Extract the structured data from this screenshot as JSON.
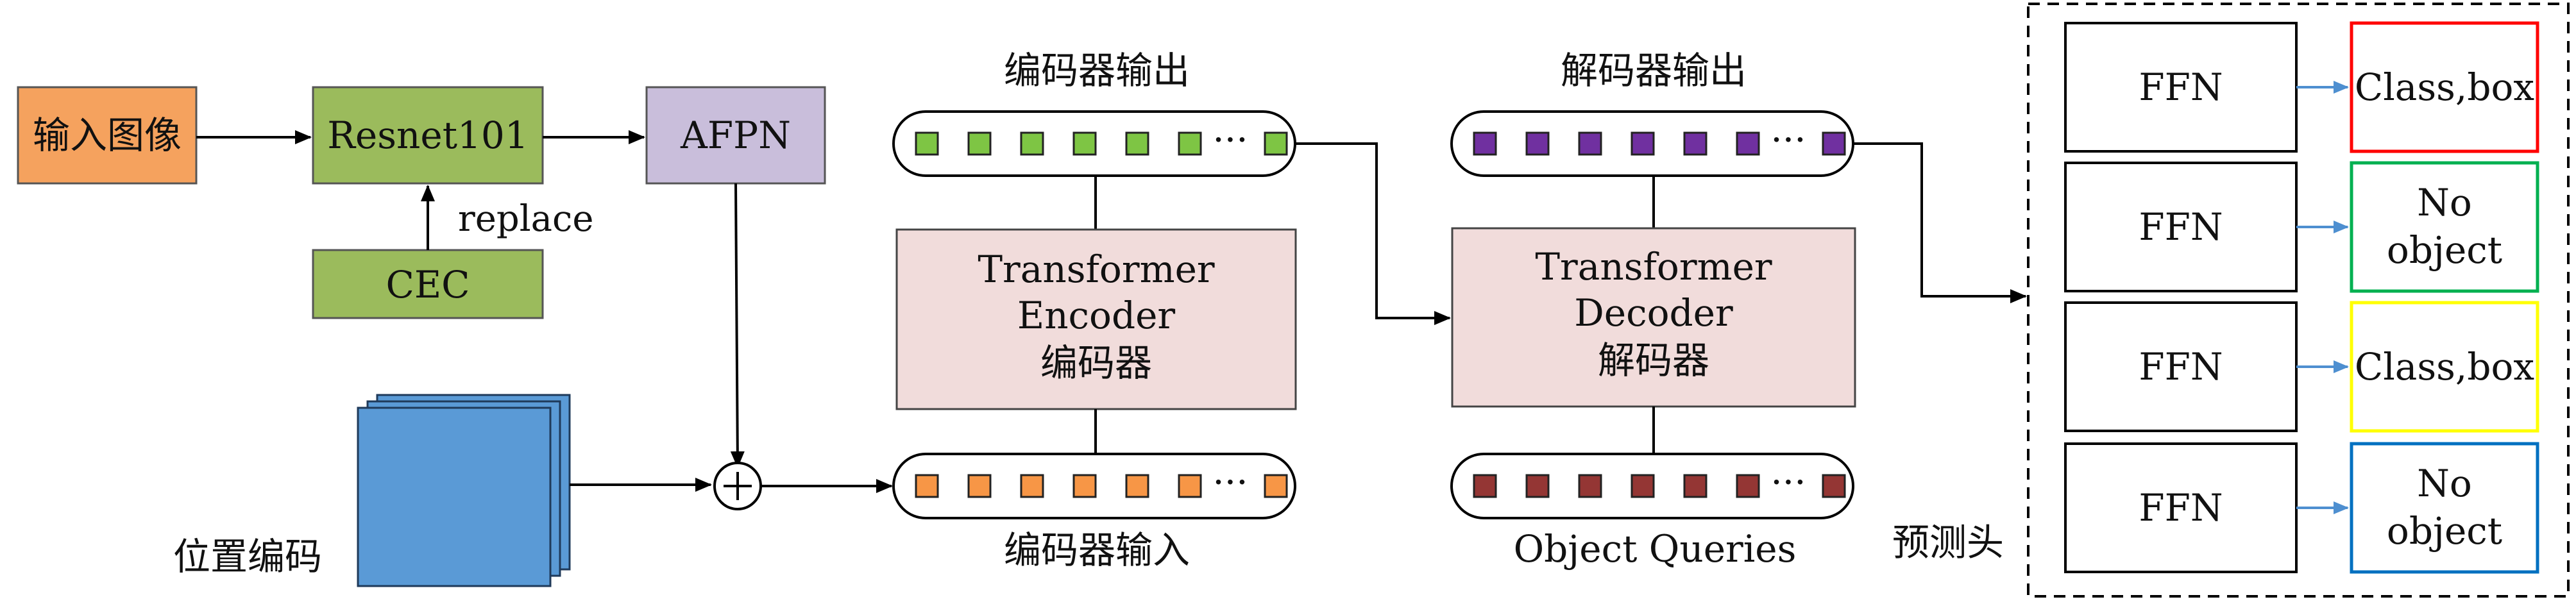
{
  "input_image": "输入图像",
  "backbone": "Resnet101",
  "cec": "CEC",
  "replace_label": "replace",
  "afpn": "AFPN",
  "position_encoding": "位置编码",
  "encoder": {
    "line1": "Transformer",
    "line2": "Encoder",
    "line3": "编码器",
    "output_label": "编码器输出",
    "input_label": "编码器输入"
  },
  "decoder": {
    "line1": "Transformer",
    "line2": "Decoder",
    "line3": "解码器",
    "output_label": "解码器输出",
    "queries_label": "Object Queries"
  },
  "ellipsis": "···",
  "prediction_head": "预测头",
  "ffn_label": "FFN",
  "predictions": [
    {
      "line1": "Class,box",
      "line2": ""
    },
    {
      "line1": "No",
      "line2": "object"
    },
    {
      "line1": "Class,box",
      "line2": ""
    },
    {
      "line1": "No",
      "line2": "object"
    }
  ],
  "colors": {
    "input_fill": "#f5a25e",
    "backbone_fill": "#9bbb5c",
    "afpn_fill": "#c9bedb",
    "transformer_fill": "#f1dcdb",
    "position_fill": "#5a9ad6",
    "encoder_out_token": "#7ec544",
    "decoder_out_token": "#7030a0",
    "encoder_in_token": "#f79646",
    "query_token": "#943634",
    "pred_borders": [
      "#ff0000",
      "#00b050",
      "#ffff00",
      "#0070c0"
    ]
  }
}
